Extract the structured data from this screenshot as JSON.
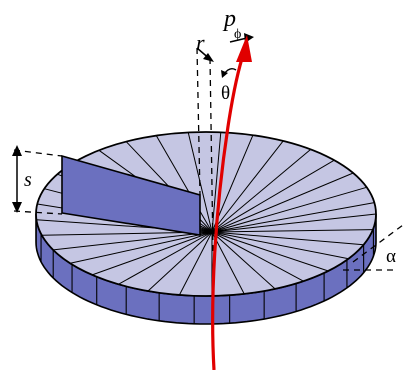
{
  "labels": {
    "p_main": "p",
    "p_sub": "ϕ",
    "r": "r",
    "theta": "θ",
    "s": "s",
    "alpha": "α"
  },
  "colors": {
    "disk_top": "#c5c6e3",
    "disk_side": "#6b70bf",
    "ray": "#e10000",
    "line": "#000000"
  }
}
